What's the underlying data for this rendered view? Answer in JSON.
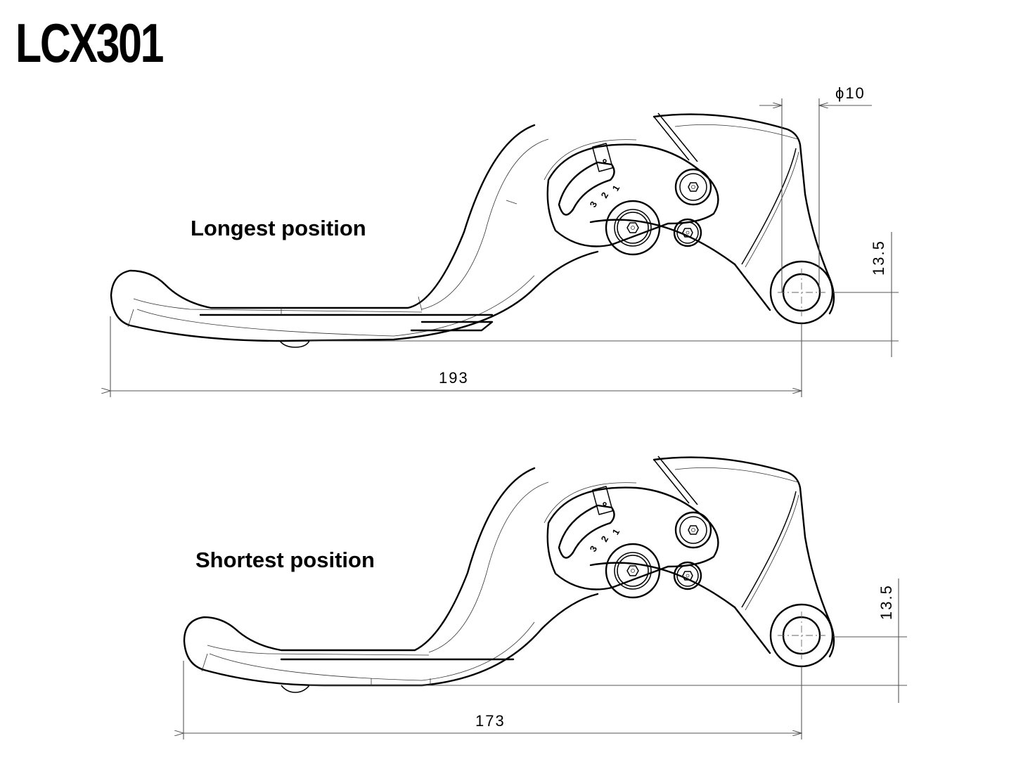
{
  "drawing": {
    "title": "LCX301",
    "views": [
      {
        "label": "Longest position",
        "length_dimension": "193",
        "height_dimension": "13.5",
        "adjuster_marks": [
          "3",
          "2",
          "1"
        ]
      },
      {
        "label": "Shortest position",
        "length_dimension": "173",
        "height_dimension": "13.5",
        "adjuster_marks": [
          "3",
          "2",
          "1"
        ]
      }
    ],
    "pivot_diameter": "ϕ10",
    "colors": {
      "line": "#000000",
      "dimension_line": "#555555",
      "background": "#ffffff"
    }
  }
}
